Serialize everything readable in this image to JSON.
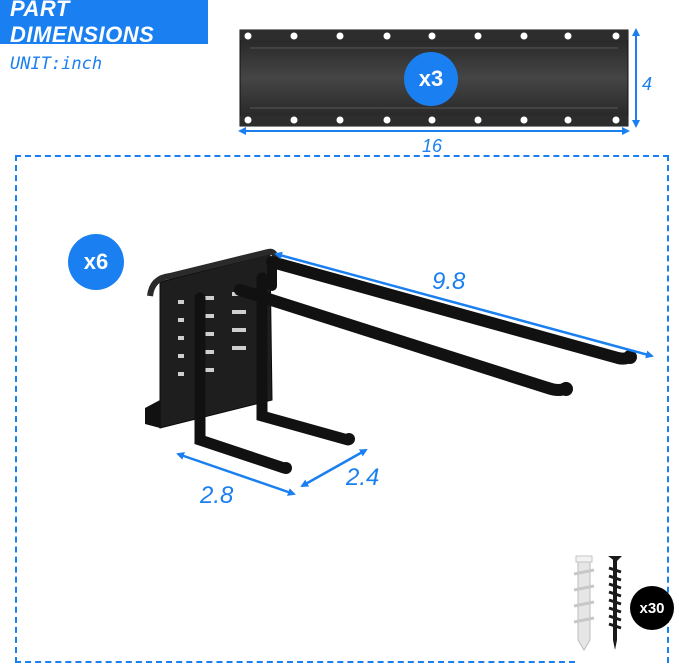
{
  "header": {
    "title": "PART DIMENSIONS",
    "unit": "UNIT:inch"
  },
  "plate": {
    "quantity": "x3",
    "width_label": "16",
    "height_label": "4"
  },
  "hook": {
    "quantity": "x6",
    "length_label": "9.8",
    "depth_label": "2.8",
    "spacing_label": "2.4"
  },
  "hardware": {
    "quantity": "x30"
  },
  "colors": {
    "accent": "#1a7ff0",
    "metal": "#1b1b1b",
    "plastic": "#e9e9e9"
  }
}
